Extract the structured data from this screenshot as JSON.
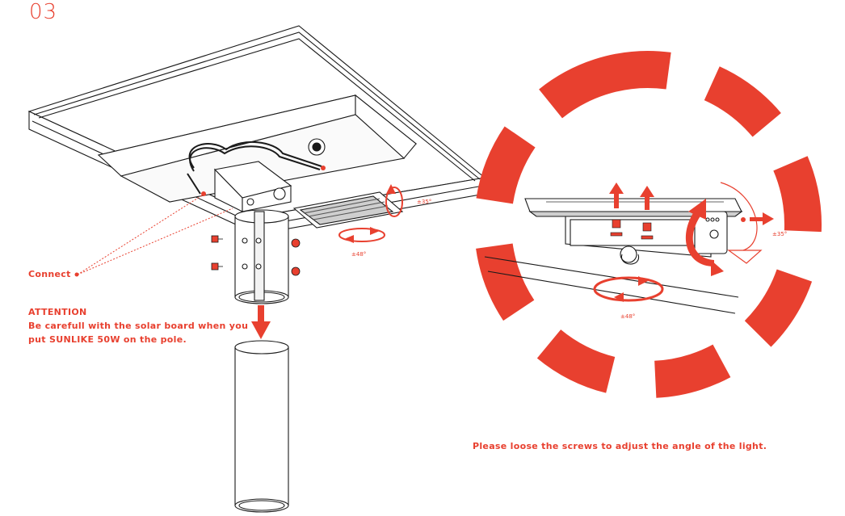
{
  "step_number": "03",
  "labels": {
    "connect": "Connect",
    "attention_title": "ATTENTION",
    "attention_line1": "Be carefull with the solar board when you",
    "attention_line2": "put SUNLIKE 50W on the pole.",
    "adjust_instruction": "Please loose the screws to adjust the angle of the light.",
    "angle_tilt_left": "±35°",
    "angle_rotate_left": "±48°",
    "angle_tilt_right": "±35°",
    "angle_rotate_right": "±48°"
  },
  "colors": {
    "accent": "#e8402f",
    "line": "#1a1a1a"
  }
}
